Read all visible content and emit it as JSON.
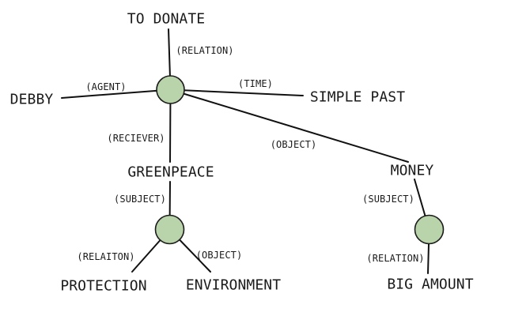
{
  "diagram_type": "semantic-network",
  "colors": {
    "background": "#ffffff",
    "node_fill": "#b9d3aa",
    "node_stroke": "#1c1c1c",
    "edge": "#111111",
    "text": "#1a1a1a"
  },
  "hubs": [
    {
      "name": "donate-hub",
      "spokes": [
        {
          "role": "(RELATION)",
          "target": "TO DONATE"
        },
        {
          "role": "(AGENT)",
          "target": "DEBBY"
        },
        {
          "role": "(TIME)",
          "target": "SIMPLE PAST"
        },
        {
          "role": "(RECIEVER)",
          "target": "GREENPEACE"
        },
        {
          "role": "(OBJECT)",
          "target": "MONEY"
        }
      ]
    },
    {
      "name": "greenpeace-hub",
      "spokes": [
        {
          "role": "(SUBJECT)",
          "target": "GREENPEACE"
        },
        {
          "role": "(RELAITON)",
          "target": "PROTECTION"
        },
        {
          "role": "(OBJECT)",
          "target": "ENVIRONMENT"
        }
      ]
    },
    {
      "name": "money-hub",
      "spokes": [
        {
          "role": "(SUBJECT)",
          "target": "MONEY"
        },
        {
          "role": "(RELATION)",
          "target": "BIG AMOUNT"
        }
      ]
    }
  ]
}
